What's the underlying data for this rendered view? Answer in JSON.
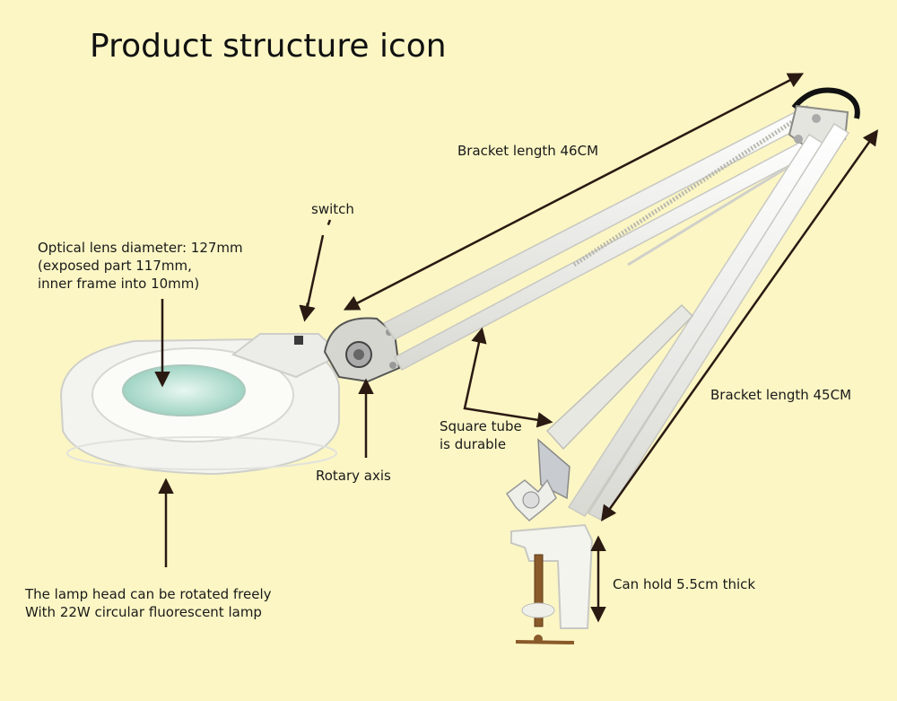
{
  "title": "Product structure icon",
  "labels": {
    "bracket_46": "Bracket length 46CM",
    "switch": "switch",
    "optical_line1": "Optical lens diameter: 127mm",
    "optical_line2": "(exposed part 117mm,",
    "optical_line3": "inner frame into 10mm)",
    "bracket_45": "Bracket length 45CM",
    "square_tube_line1": "Square tube",
    "square_tube_line2": "is durable",
    "rotary_axis": "Rotary axis",
    "lamp_head_line1": "The lamp head can be rotated freely",
    "lamp_head_line2": "With 22W circular fluorescent lamp",
    "clamp_hold": "Can hold 5.5cm thick"
  },
  "colors": {
    "background": "#fbf6c4",
    "lamp_body": "#f3f3f0",
    "lens": "#bfe6d8",
    "arrow": "#2a1a12",
    "clamp_screw": "#8a5a2a"
  }
}
